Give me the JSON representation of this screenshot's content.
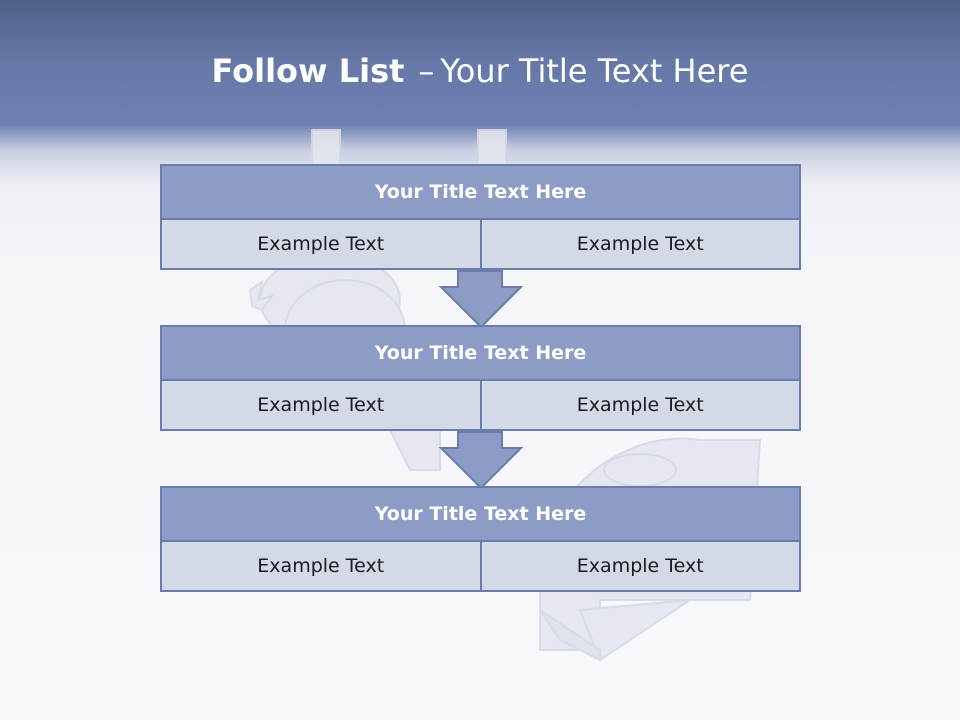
{
  "slide": {
    "title_bold": "Follow List",
    "title_separator": "–",
    "title_rest": "Your Title Text Here"
  },
  "blocks": [
    {
      "title": "Your Title Text Here",
      "cells": [
        "Example Text",
        "Example Text"
      ]
    },
    {
      "title": "Your Title Text Here",
      "cells": [
        "Example Text",
        "Example Text"
      ]
    },
    {
      "title": "Your Title Text Here",
      "cells": [
        "Example Text",
        "Example Text"
      ]
    }
  ],
  "colors": {
    "header_band": "#6577a6",
    "block_title_fill": "#8d9cc6",
    "block_cell_fill": "#d4d9e8",
    "block_border": "#6a7cae",
    "arrow_fill": "#8d9cc6"
  }
}
